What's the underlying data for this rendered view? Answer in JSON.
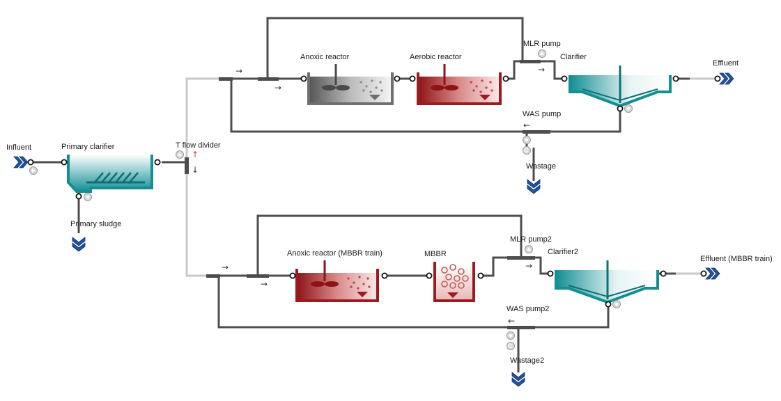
{
  "units": {
    "influent": {
      "label": "Influent"
    },
    "primary_clarifier": {
      "label": "Primary clarifier"
    },
    "primary_sludge": {
      "label": "Primary sludge"
    },
    "t_flow_divider": {
      "label": "T flow divider"
    },
    "anoxic_reactor": {
      "label": "Anoxic reactor"
    },
    "aerobic_reactor": {
      "label": "Aerobic reactor"
    },
    "mlr_pump": {
      "label": "MLR pump"
    },
    "clarifier": {
      "label": "Clarifier"
    },
    "effluent": {
      "label": "Effluent"
    },
    "was_pump": {
      "label": "WAS pump"
    },
    "wastage": {
      "label": "Wastage"
    },
    "anoxic_reactor_mbbr": {
      "label": "Anoxic reactor (MBBR train)"
    },
    "mbbr": {
      "label": "MBBR"
    },
    "mlr_pump2": {
      "label": "MLR pump2"
    },
    "clarifier2": {
      "label": "Clarifier2"
    },
    "effluent_mbbr": {
      "label": "Effluent (MBBR train)"
    },
    "was_pump2": {
      "label": "WAS pump2"
    },
    "wastage2": {
      "label": "Wastage2"
    }
  },
  "glyphs": {
    "right_arrow": "→",
    "left_arrow": "←",
    "up_arrow": "↑",
    "down_arrow": "↓",
    "pump_c": "C"
  },
  "colors": {
    "pipe": "#4d4d4d",
    "pipe_light": "#c8c8c8",
    "teal": "#138f94",
    "red_reactor": "#9b1b1e",
    "gray_reactor": "#6f6f6f",
    "node_blue": "#1e56a0"
  }
}
